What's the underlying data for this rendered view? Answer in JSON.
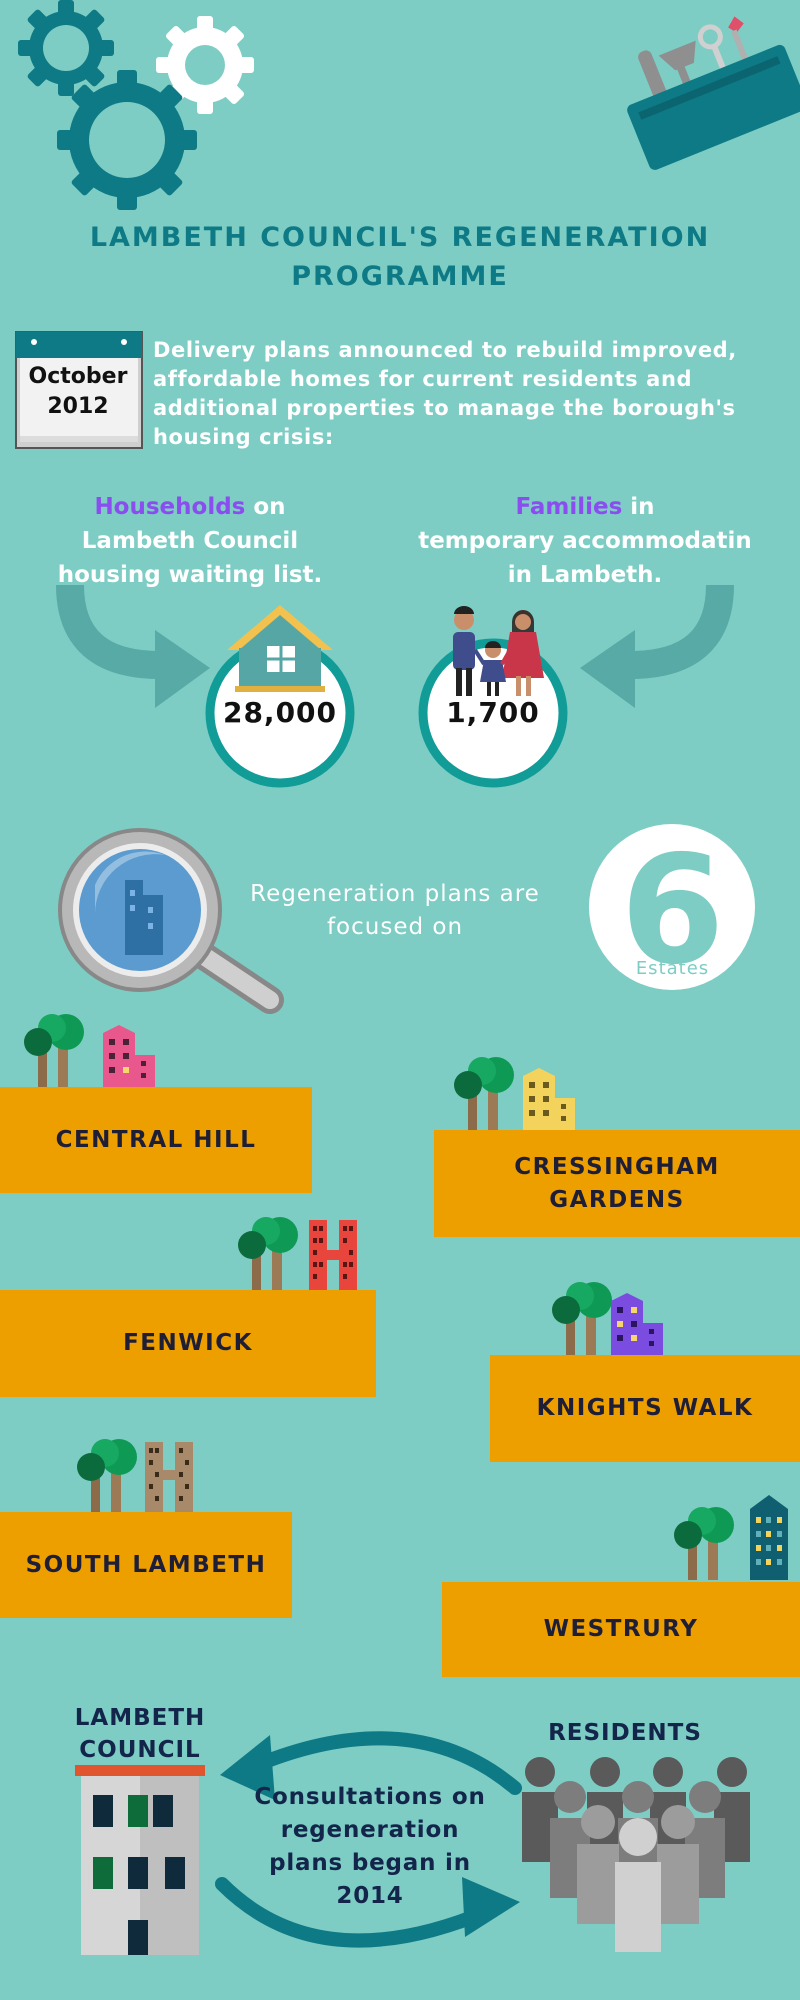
{
  "header": {
    "title_line1": "LAMBETH COUNCIL'S REGENERATION",
    "title_line2": "PROGRAMME"
  },
  "intro": {
    "calendar_month": "October",
    "calendar_year": "2012",
    "text": "Delivery plans announced to rebuild improved, affordable homes for current residents and additional properties to manage the borough's housing crisis:"
  },
  "stats": [
    {
      "highlight": "Households",
      "rest_line1": " on",
      "line2": "Lambeth Council",
      "line3": "housing waiting list.",
      "value": "28,000"
    },
    {
      "highlight": "Families",
      "rest_line1": " in",
      "line2": "temporary accommodatin",
      "line3": "in Lambeth.",
      "value": "1,700"
    }
  ],
  "focus": {
    "text_line1": "Regeneration plans are",
    "text_line2": "focused on",
    "count": "6",
    "count_label": "Estates"
  },
  "estates": [
    {
      "name": "CENTRAL HILL"
    },
    {
      "name_line1": "CRESSINGHAM",
      "name_line2": "GARDENS"
    },
    {
      "name": "FENWICK"
    },
    {
      "name": "KNIGHTS WALK"
    },
    {
      "name": "SOUTH LAMBETH"
    },
    {
      "name": "WESTRURY"
    }
  ],
  "consultation": {
    "council_line1": "LAMBETH",
    "council_line2": "COUNCIL",
    "residents": "RESIDENTS",
    "text_line1": "Consultations on",
    "text_line2": "regeneration",
    "text_line3": "plans began in",
    "text_line4": "2014"
  },
  "colors": {
    "background": "#7dcdc4",
    "teal_dark": "#0e7a86",
    "highlight_purple": "#8b4cf0",
    "estate_orange": "#ee9f00",
    "navy_text": "#13254a"
  }
}
